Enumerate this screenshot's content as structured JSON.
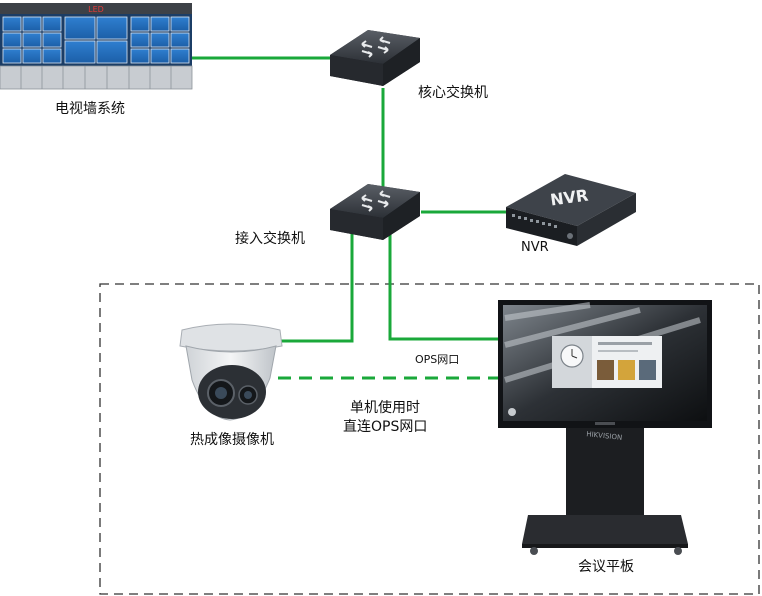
{
  "nodes": {
    "video_wall": {
      "label": "电视墙系统",
      "screen_text": "LED"
    },
    "core_switch": {
      "label": "核心交换机"
    },
    "access_switch": {
      "label": "接入交换机"
    },
    "nvr": {
      "label": "NVR",
      "device_text": "NVR"
    },
    "thermal_camera": {
      "label": "热成像摄像机"
    },
    "meeting_panel": {
      "label": "会议平板",
      "brand_text": "HIKVISION"
    }
  },
  "edges": {
    "ops_port": {
      "label": "OPS网口"
    },
    "direct_line1": "单机使用时",
    "direct_line2": "直连OPS网口"
  },
  "colors": {
    "link_green": "#1aa83a",
    "boundary_dash": "#333333"
  }
}
